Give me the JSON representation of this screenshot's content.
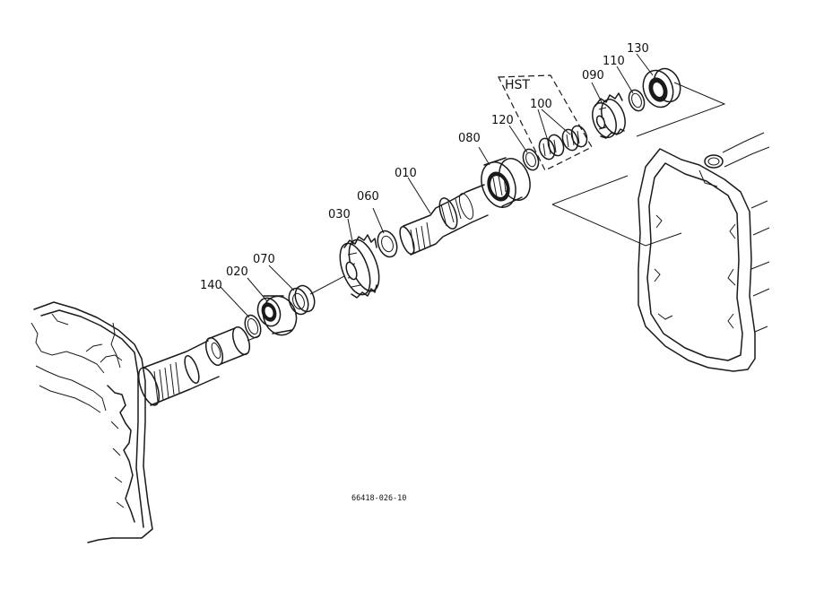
{
  "figure_code": "66418-026-10",
  "group_label": "HST",
  "parts": {
    "p010": "010",
    "p020": "020",
    "p030": "030",
    "p060": "060",
    "p070": "070",
    "p080": "080",
    "p090": "090",
    "p100": "100",
    "p110": "110",
    "p120": "120",
    "p130": "130",
    "p140": "140"
  }
}
